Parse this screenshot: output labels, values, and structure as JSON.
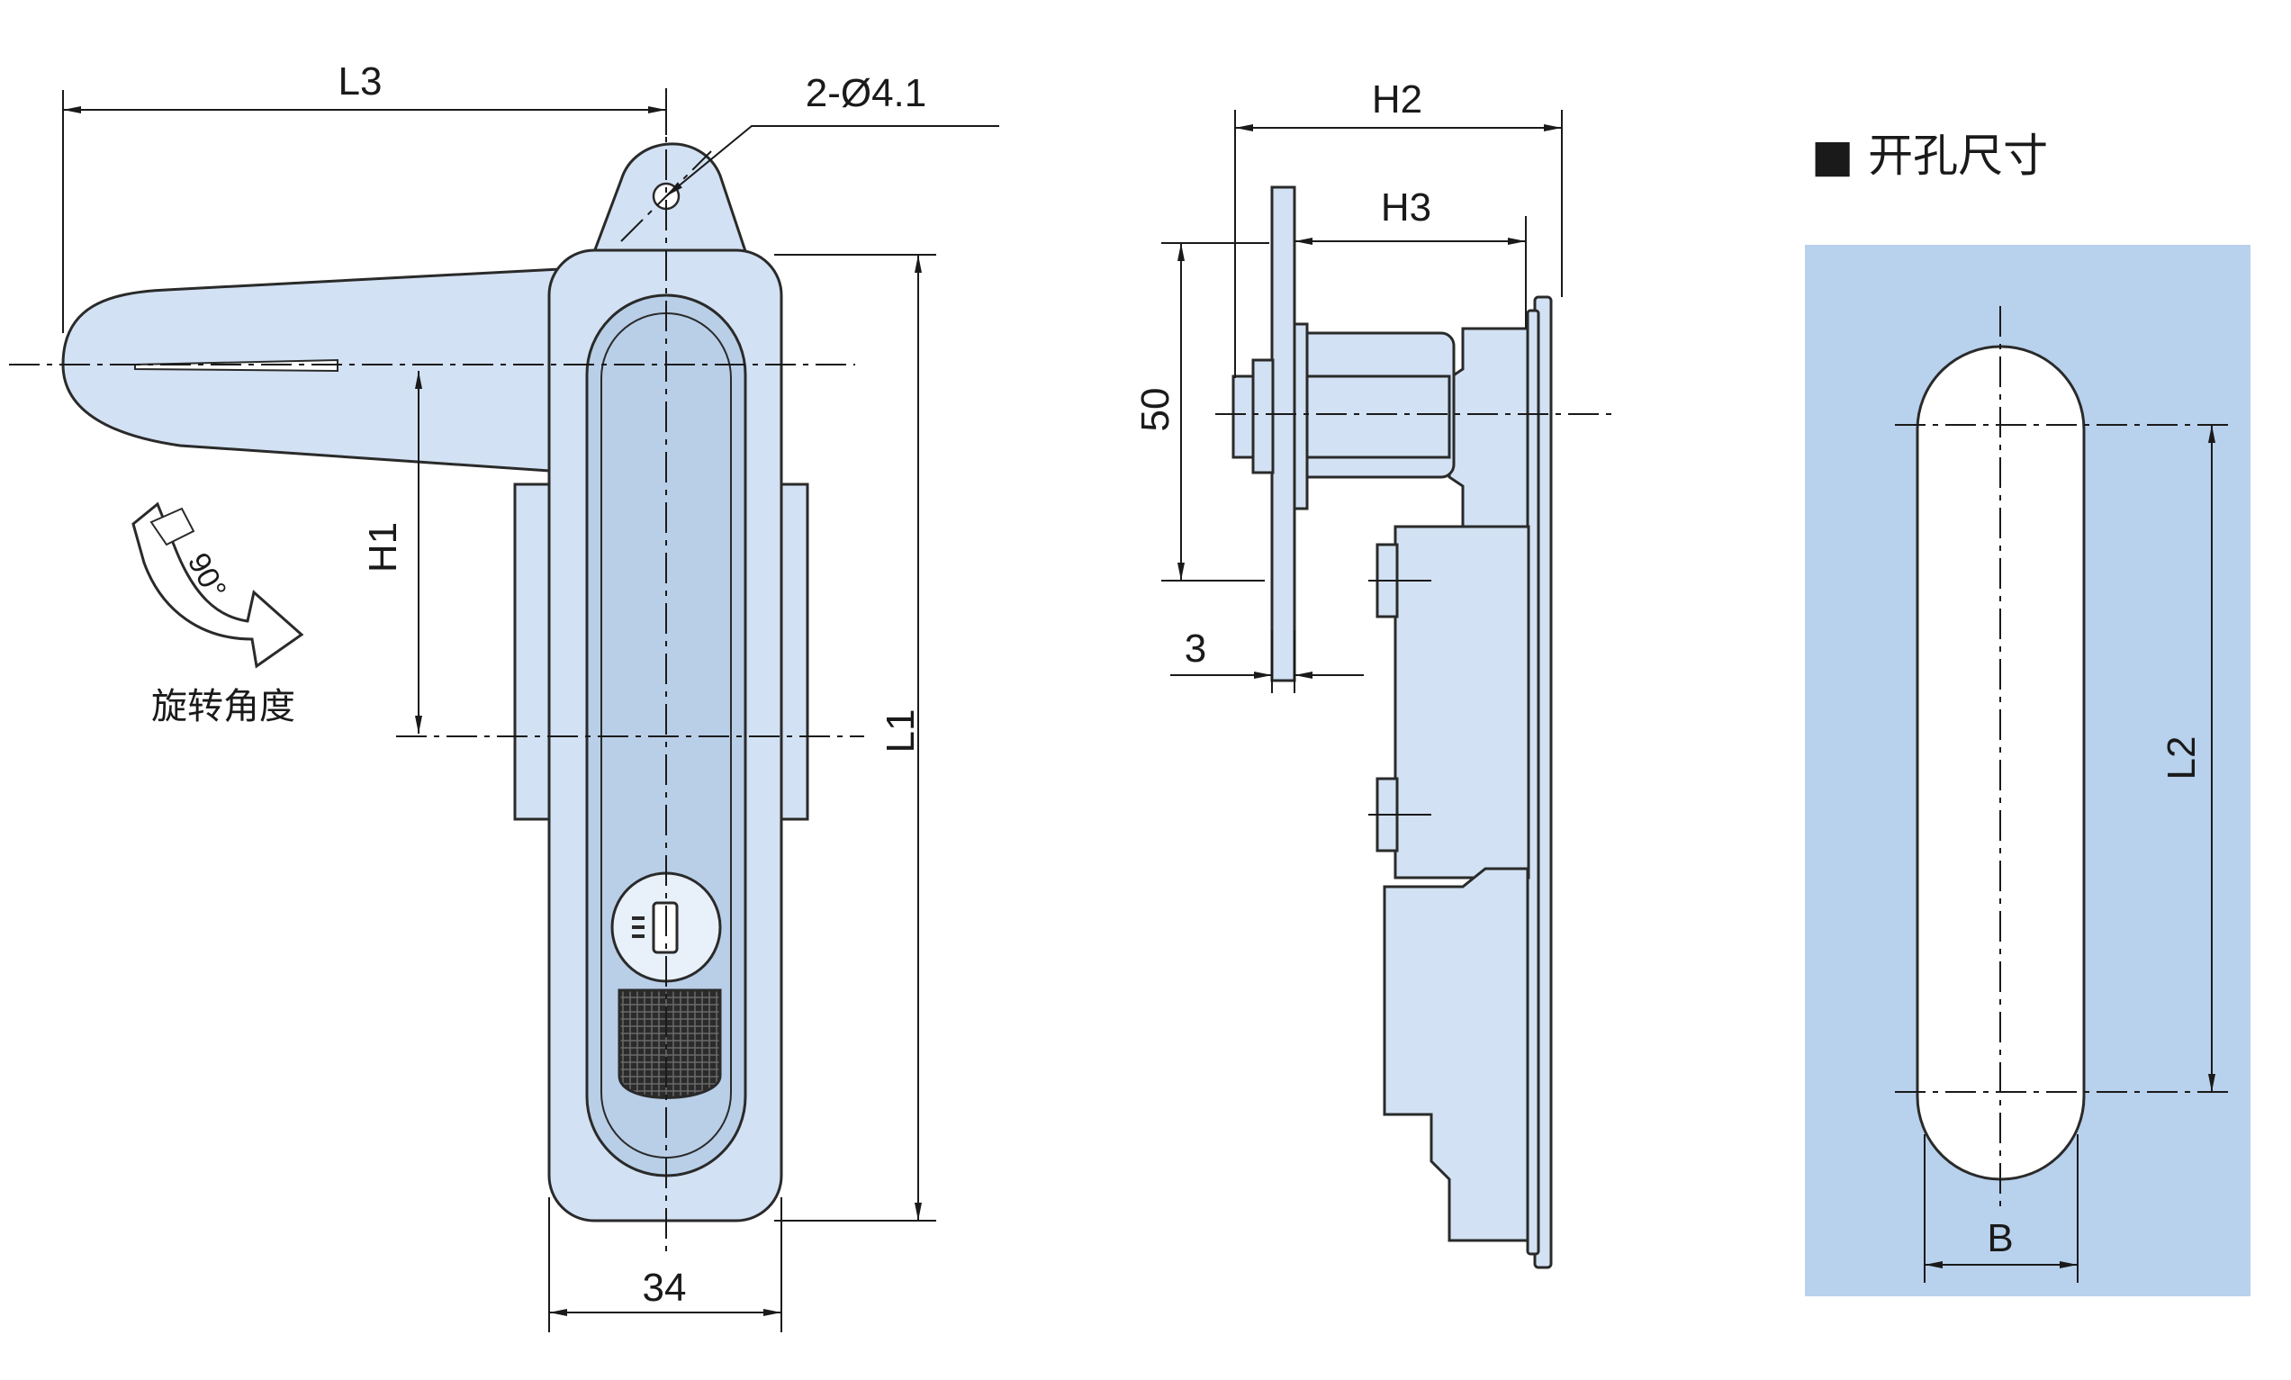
{
  "colors": {
    "part_fill": "#d2e1f3",
    "part_fill_dark": "#b9cfe8",
    "cutout_bg": "#b8d1ec",
    "line": "#1a1a1a"
  },
  "labels": {
    "L3": "L3",
    "hole_spec": "2-Ø4.1",
    "H1": "H1",
    "L1": "L1",
    "width_34": "34",
    "rotation_angle": "90°",
    "rotation_caption": "旋转角度",
    "H2": "H2",
    "H3": "H3",
    "dim_50": "50",
    "dim_3": "3",
    "cutout_title": "■ 开孔尺寸",
    "L2": "L2",
    "B": "B"
  },
  "icons": {
    "rotation": "curved-rotation-arrow-icon",
    "key": "key-slot-icon",
    "square": "filled-square-icon"
  }
}
